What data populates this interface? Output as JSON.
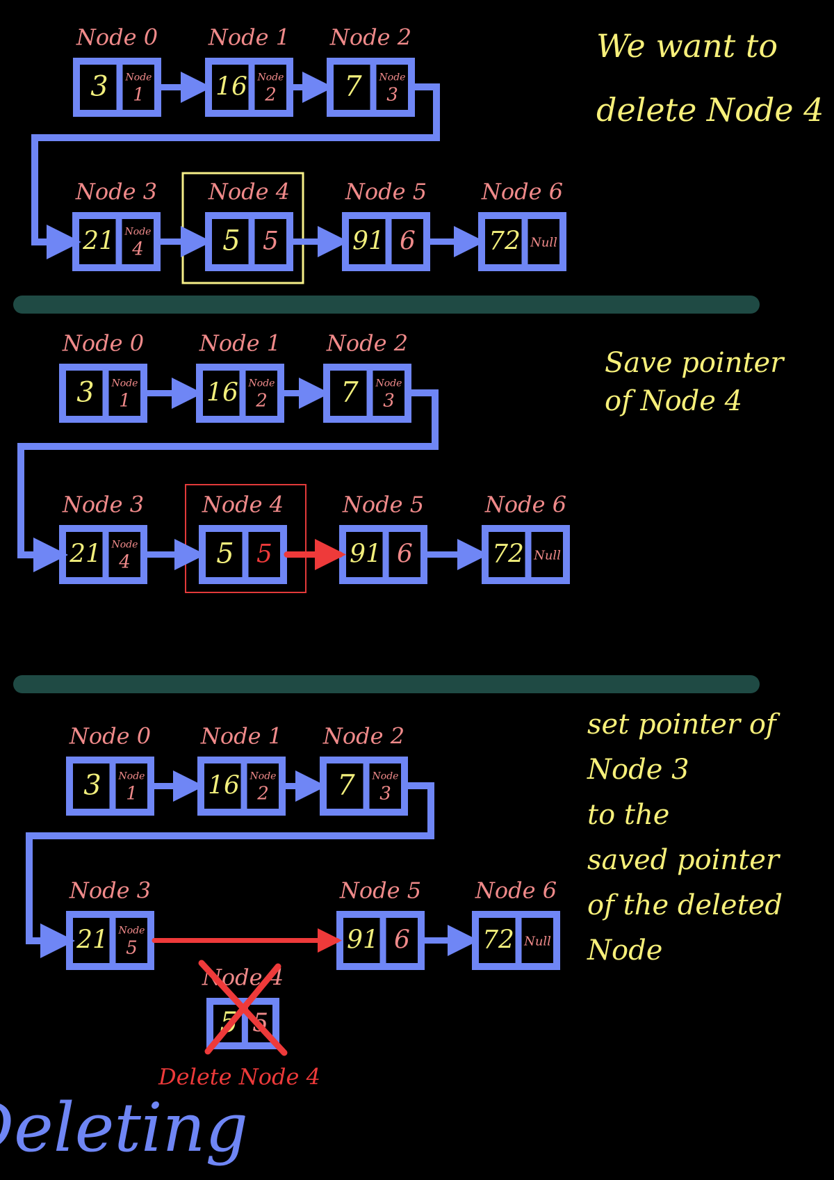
{
  "colors": {
    "background": "#000000",
    "node_border": "#6f86f5",
    "label": "#f08a8a",
    "value": "#f2ef7c",
    "note": "#f7f07a",
    "divider": "#1f4a44",
    "highlight_yellow": "#f6ef88",
    "highlight_red": "#e23a3a",
    "delete_red": "#ee3a3a",
    "title_blue": "#6f86f5"
  },
  "panels": [
    {
      "note_lines": [
        "We want to",
        "delete Node 4"
      ],
      "nodes": [
        {
          "label": "Node 0",
          "value": "3",
          "next": "Node 1"
        },
        {
          "label": "Node 1",
          "value": "16",
          "next": "Node 2"
        },
        {
          "label": "Node 2",
          "value": "7",
          "next": "Node 3"
        },
        {
          "label": "Node 3",
          "value": "21",
          "next": "Node 4"
        },
        {
          "label": "Node 4",
          "value": "5",
          "next": "5"
        },
        {
          "label": "Node 5",
          "value": "91",
          "next": "6"
        },
        {
          "label": "Node 6",
          "value": "72",
          "next": "Null"
        }
      ]
    },
    {
      "note_lines": [
        "Save pointer",
        "of Node 4"
      ],
      "nodes": [
        {
          "label": "Node 0",
          "value": "3",
          "next": "Node 1"
        },
        {
          "label": "Node 1",
          "value": "16",
          "next": "Node 2"
        },
        {
          "label": "Node 2",
          "value": "7",
          "next": "Node 3"
        },
        {
          "label": "Node 3",
          "value": "21",
          "next": "Node 4"
        },
        {
          "label": "Node 4",
          "value": "5",
          "next": "5"
        },
        {
          "label": "Node 5",
          "value": "91",
          "next": "6"
        },
        {
          "label": "Node 6",
          "value": "72",
          "next": "Null"
        }
      ]
    },
    {
      "note_lines": [
        "set pointer of",
        "Node 3",
        "to the",
        "saved pointer",
        "of the deleted",
        "Node"
      ],
      "nodes": [
        {
          "label": "Node 0",
          "value": "3",
          "next": "Node 1"
        },
        {
          "label": "Node 1",
          "value": "16",
          "next": "Node 2"
        },
        {
          "label": "Node 2",
          "value": "7",
          "next": "Node 3"
        },
        {
          "label": "Node 3",
          "value": "21",
          "next": "Node 5"
        },
        {
          "label": "Node 4",
          "value": "5",
          "next": "5"
        },
        {
          "label": "Node 5",
          "value": "91",
          "next": "6"
        },
        {
          "label": "Node 6",
          "value": "72",
          "next": "Null"
        }
      ],
      "delete_caption": "Delete Node 4"
    }
  ],
  "title": "Deleting"
}
